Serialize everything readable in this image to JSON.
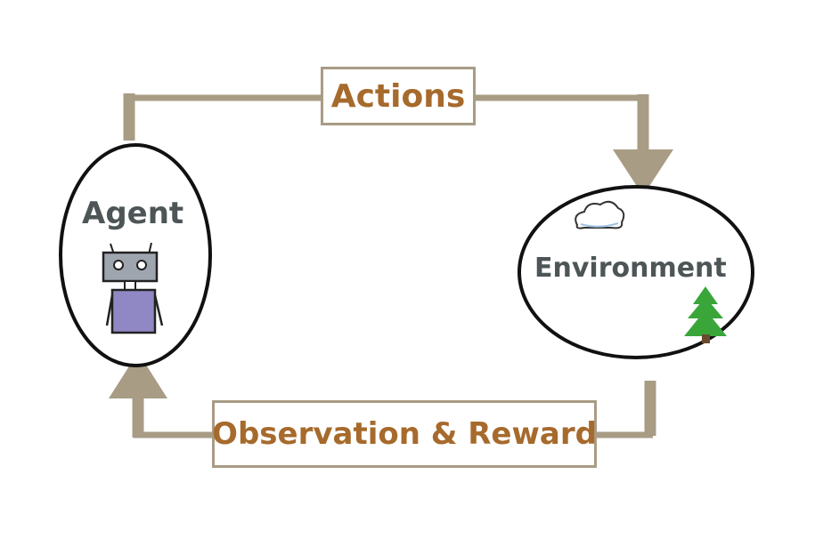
{
  "nodes": {
    "agent": "Agent",
    "environment": "Environment"
  },
  "edges": {
    "actions": "Actions",
    "observation_reward": "Observation & Reward"
  },
  "icons": {
    "agent": "robot-icon",
    "environment_decor": [
      "cloud-icon",
      "tree-icon"
    ]
  },
  "colors": {
    "arrow": "#a89c85",
    "label_text": "#a66a2c",
    "node_text": "#4d5557",
    "robot_body": "#8f88c4",
    "robot_head": "#9fa5ae",
    "tree": "#3aa63a"
  }
}
